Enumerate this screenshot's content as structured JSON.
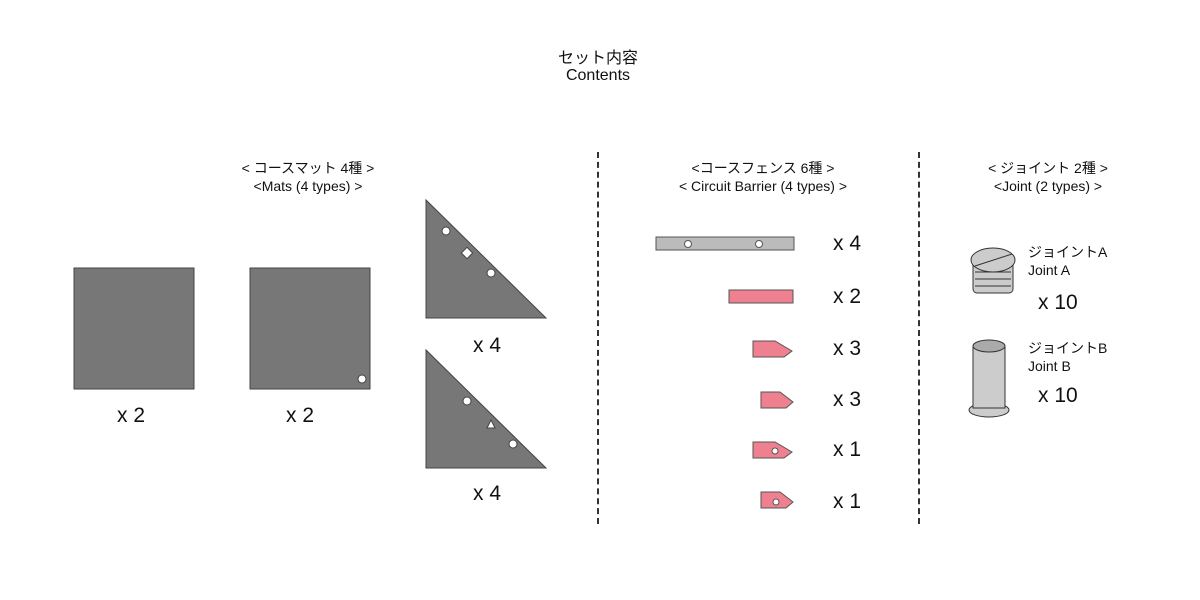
{
  "title": {
    "ja": "セット内容",
    "en": "Contents"
  },
  "sections": {
    "mats": {
      "ja": "<  コースマット  4種  >",
      "en": "<Mats (4 types) >",
      "counts": [
        "x 2",
        "x 2",
        "x 4",
        "x 4"
      ]
    },
    "barrier": {
      "ja": "<コースフェンス  6種  >",
      "en": "< Circuit Barrier (4 types) >",
      "counts": [
        "x 4",
        "x 2",
        "x 3",
        "x 3",
        "x 1",
        "x 1"
      ]
    },
    "joint": {
      "ja": "<  ジョイント  2種  >",
      "en": "<Joint (2 types) >",
      "items": [
        {
          "ja": "ジョイントA",
          "en": "Joint A",
          "count": "x 10"
        },
        {
          "ja": "ジョイントB",
          "en": "Joint B",
          "count": "x 10"
        }
      ]
    }
  },
  "colors": {
    "mat": "#777777",
    "barrier_gray": "#bbbbbb",
    "barrier_pink": "#ee8090",
    "joint": "#cccccc"
  }
}
